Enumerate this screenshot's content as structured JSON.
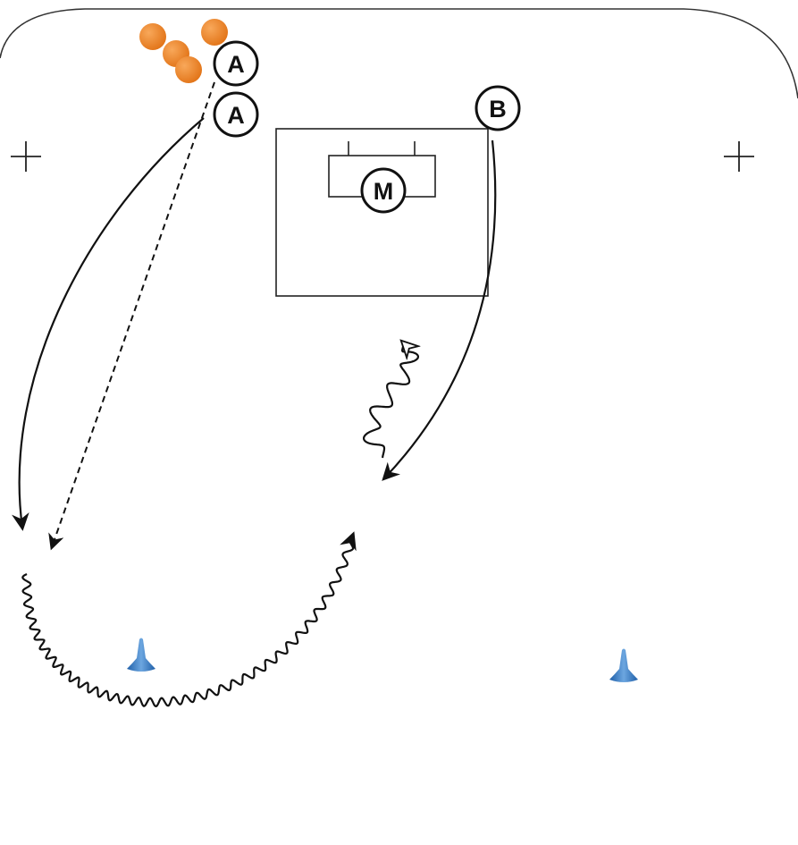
{
  "diagram": {
    "players": [
      {
        "id": "a1",
        "label": "A"
      },
      {
        "id": "a2",
        "label": "A"
      },
      {
        "id": "b",
        "label": "B"
      },
      {
        "id": "m",
        "label": "M"
      }
    ],
    "colors": {
      "ball": "#F08A2C",
      "cone": "#3B7DC4",
      "line": "#111111",
      "board": "#333333"
    },
    "pucks_count": 4,
    "cones_count": 2
  }
}
